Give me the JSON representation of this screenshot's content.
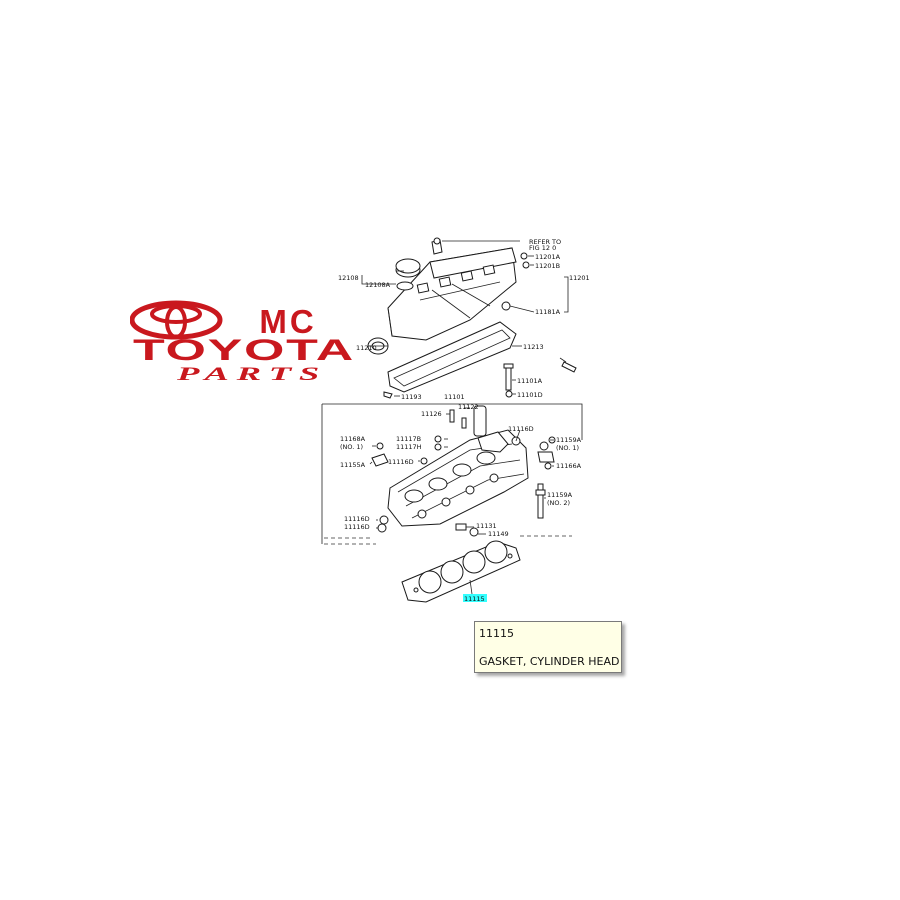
{
  "logo": {
    "line1": "MC",
    "line2": "TOYOTA",
    "line3": "PARTS",
    "color": "#c9181e"
  },
  "diagram": {
    "highlight_color": "#33ffff",
    "callouts": {
      "refer_to_1": "REFER TO",
      "refer_to_2": "FIG 12 0",
      "c11201A": "11201A",
      "c11201B": "11201B",
      "c11201": "11201",
      "c12108": "12108",
      "c12108A": "12108A",
      "c11181A": "11181A",
      "c11210": "11210",
      "c11213": "11213",
      "c11101A": "11101A",
      "c11101D": "11101D",
      "c11193": "11193",
      "c11101": "11101",
      "c11122": "11122",
      "c11126": "11126",
      "c11116D_top": "11116D",
      "c11168A": "11168A",
      "c11117B": "11117B",
      "no1": "(NO. 1)",
      "c11117H": "11117H",
      "c11159A": "11159A",
      "c11159A_no1": "(NO. 1)",
      "c11116D_mid": "11116D",
      "c11166A": "11166A",
      "c11155A": "11155A",
      "c11159A_b": "11159A",
      "no2": "(NO. 2)",
      "c11116D_l1": "11116D",
      "c11116D_l2": "11116D",
      "c11131": "11131",
      "c11149": "11149",
      "c11115": "11115"
    }
  },
  "tooltip": {
    "part_number": "11115",
    "description": "GASKET, CYLINDER HEAD"
  }
}
